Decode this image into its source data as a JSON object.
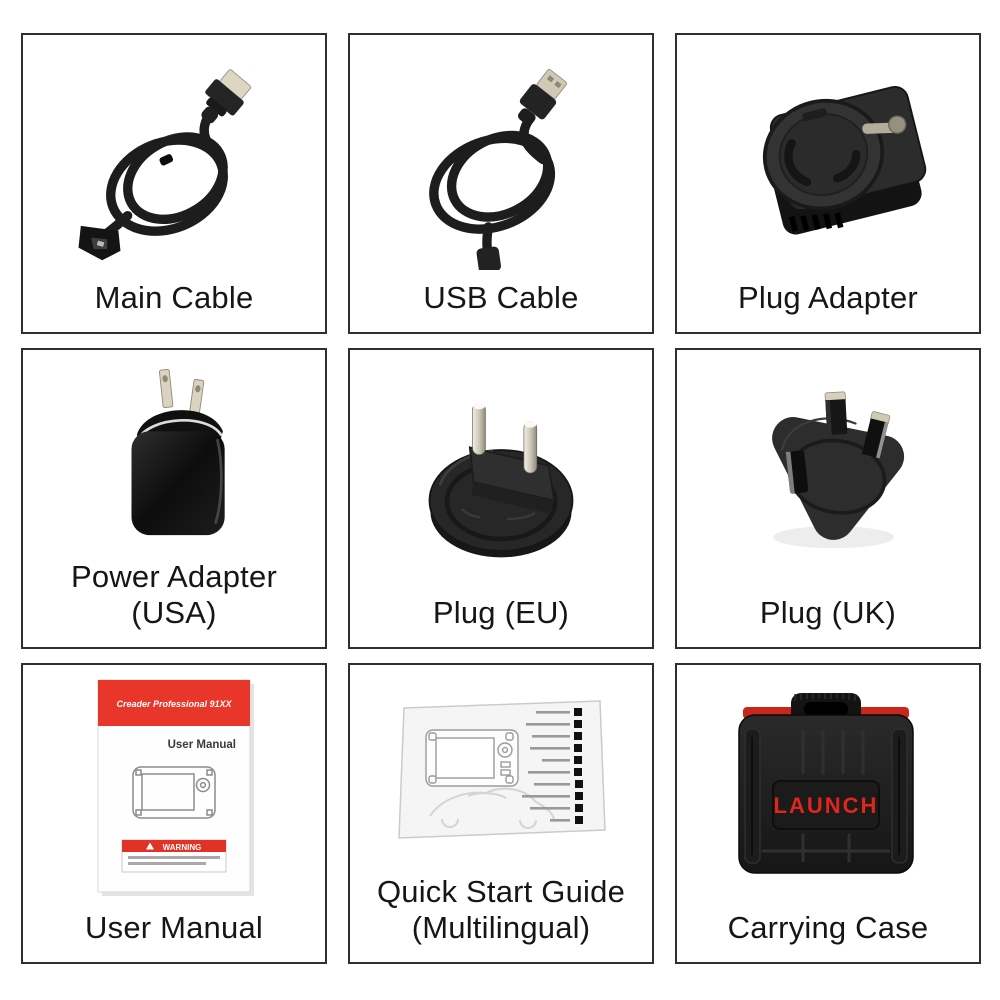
{
  "page": {
    "type": "product-package-contents-collage",
    "background": "#ffffff",
    "border_color": "#2f2f2f",
    "label_color": "#161616"
  },
  "cells": [
    {
      "id": "main-cable",
      "label": "Main Cable"
    },
    {
      "id": "usb-cable",
      "label": "USB Cable"
    },
    {
      "id": "plug-adapter",
      "label": "Plug Adapter"
    },
    {
      "id": "power-adapter-usa",
      "label": "Power Adapter\n(USA)"
    },
    {
      "id": "plug-eu",
      "label": "Plug (EU)"
    },
    {
      "id": "plug-uk",
      "label": "Plug (UK)"
    },
    {
      "id": "user-manual",
      "label": "User Manual"
    },
    {
      "id": "quick-start-guide",
      "label": "Quick Start Guide\n(Multilingual)"
    },
    {
      "id": "carrying-case",
      "label": "Carrying Case"
    }
  ],
  "manual_cover": {
    "brand_line": "Creader Professional 91XX",
    "title": "User Manual",
    "warning_label": "WARNING",
    "band_color": "#e8362b"
  },
  "carrying_case": {
    "brand": "LAUNCH",
    "brand_color": "#e0251b",
    "accent_color": "#c8271c"
  },
  "icons": [
    "main-cable-photo",
    "usb-cable-photo",
    "plug-adapter-photo",
    "power-adapter-photo",
    "plug-eu-photo",
    "plug-uk-photo",
    "user-manual-photo",
    "quick-start-guide-photo",
    "carrying-case-photo"
  ]
}
